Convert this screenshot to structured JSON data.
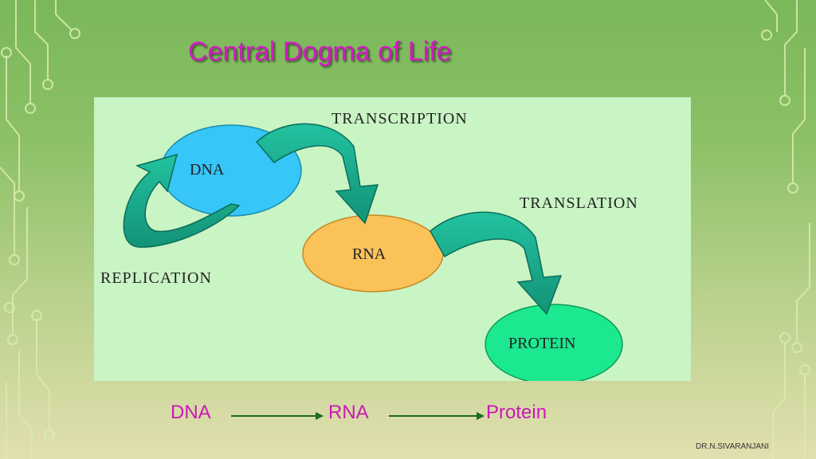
{
  "slide": {
    "title": "Central Dogma of Life",
    "author": "DR.N.SIVARANJANI"
  },
  "diagram": {
    "nodes": {
      "dna": "DNA",
      "rna": "RNA",
      "protein": "PROTEIN"
    },
    "processes": {
      "transcription": "TRANSCRIPTION",
      "translation": "TRANSLATION",
      "replication": "REPLICATION"
    },
    "colors": {
      "panel": "#c9f4c4",
      "dna_node": "#36c6f7",
      "rna_node": "#fcc25a",
      "protein_node": "#1ce890",
      "arrow": "#1aa98e",
      "title": "#d319c4",
      "flow_arrow": "#1e6a1e"
    }
  },
  "flow": {
    "items": [
      "DNA",
      "RNA",
      "Protein"
    ]
  }
}
